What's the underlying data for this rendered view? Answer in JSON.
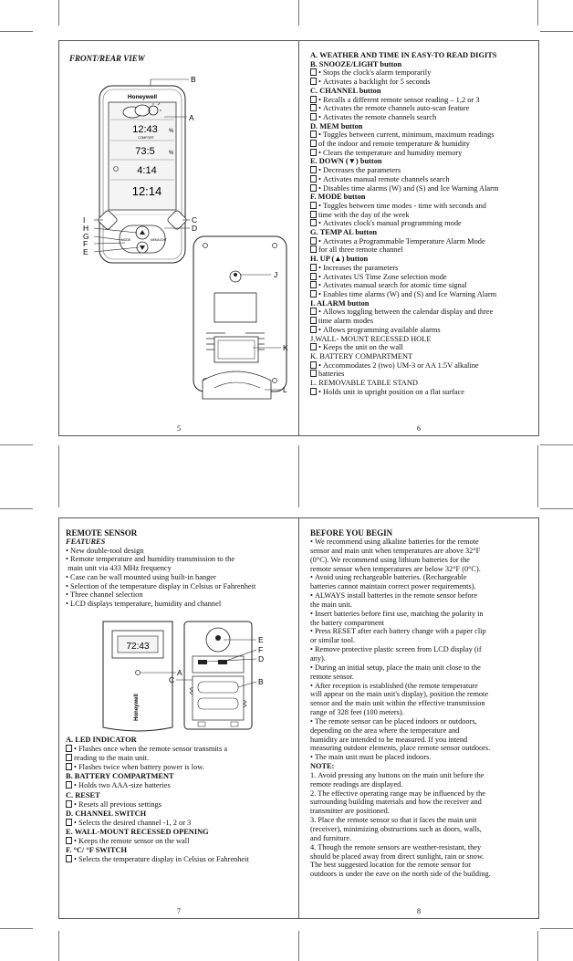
{
  "page5": {
    "title": "FRONT/REAR VIEW",
    "device_brand": "Honeywell",
    "lcd_line1": "12:43",
    "lcd_line2": "73:5",
    "lcd_line3": "4:14",
    "lcd_line4": "12:14",
    "lcd_comfort": "COMFORT",
    "button_labels": {
      "channel": "CH",
      "mode": "MODE",
      "mem": "MEM/LIGHT"
    },
    "callouts": [
      "A",
      "B",
      "C",
      "D",
      "E",
      "F",
      "G",
      "H",
      "I",
      "J",
      "K",
      "L"
    ],
    "page_number": "5"
  },
  "page6": {
    "lines": [
      {
        "t": "A. WEATHER AND TIME IN EASY-TO READ DIGITS",
        "b": true,
        "box": false
      },
      {
        "t": "B. SNOOZE/LIGHT button",
        "b": true,
        "box": false
      },
      {
        "t": "• Stops the clock's alarm temporarily",
        "b": false,
        "box": true
      },
      {
        "t": "• Activates a backlight for 5 seconds",
        "b": false,
        "box": true
      },
      {
        "t": "C. CHANNEL button",
        "b": true,
        "box": false
      },
      {
        "t": "• Recalls a different remote sensor reading – 1,2 or 3",
        "b": false,
        "box": true
      },
      {
        "t": "• Activates the remote channels auto-scan feature",
        "b": false,
        "box": true
      },
      {
        "t": "• Activates the remote channels search",
        "b": false,
        "box": true
      },
      {
        "t": "D. MEM button",
        "b": true,
        "box": false
      },
      {
        "t": "• Toggles between current, minimum, maximum readings",
        "b": false,
        "box": true
      },
      {
        "t": "of the indoor and remote temperature & humidity",
        "b": false,
        "box": true
      },
      {
        "t": "• Clears the temperature and humidity memory",
        "b": false,
        "box": true
      },
      {
        "t": "E. DOWN (▼) button",
        "b": true,
        "box": false
      },
      {
        "t": "• Decreases the parameters",
        "b": false,
        "box": true
      },
      {
        "t": "• Activates manual remote channels search",
        "b": false,
        "box": true
      },
      {
        "t": "• Disables time alarms (W) and (S) and Ice Warning Alarm",
        "b": false,
        "box": true
      },
      {
        "t": "F. MODE button",
        "b": true,
        "box": false
      },
      {
        "t": "• Toggles between time modes - time with seconds and",
        "b": false,
        "box": true
      },
      {
        "t": "time with the day of the week",
        "b": false,
        "box": true
      },
      {
        "t": "• Activates clock's manual programming mode",
        "b": false,
        "box": true
      },
      {
        "t": "G. TEMP AL button",
        "b": true,
        "box": false
      },
      {
        "t": "• Activates a Programmable Temperature Alarm Mode",
        "b": false,
        "box": true
      },
      {
        "t": "for all three remote channel",
        "b": false,
        "box": true
      },
      {
        "t": "H. UP (▲) button",
        "b": true,
        "box": false
      },
      {
        "t": "• Increases the parameters",
        "b": false,
        "box": true
      },
      {
        "t": "• Activates US Time Zone selection mode",
        "b": false,
        "box": true
      },
      {
        "t": "• Activates manual search for atomic time signal",
        "b": false,
        "box": true
      },
      {
        "t": "• Enables time alarms (W) and (S) and Ice Warning Alarm",
        "b": false,
        "box": true
      },
      {
        "t": "I. ALARM button",
        "b": true,
        "box": false
      },
      {
        "t": "• Allows toggling between the calendar display and three",
        "b": false,
        "box": true
      },
      {
        "t": "time alarm modes",
        "b": false,
        "box": true
      },
      {
        "t": "• Allows programming available alarms",
        "b": false,
        "box": true
      },
      {
        "t": "J.WALL- MOUNT RECESSED HOLE",
        "b": false,
        "box": false
      },
      {
        "t": "• Keeps the unit on the wall",
        "b": false,
        "box": true
      },
      {
        "t": "K. BATTERY COMPARTMENT",
        "b": false,
        "box": false
      },
      {
        "t": "• Accommodates 2 (two) UM-3 or AA 1.5V alkaline",
        "b": false,
        "box": true
      },
      {
        "t": "batteries",
        "b": false,
        "box": true
      },
      {
        "t": "L. REMOVABLE TABLE STAND",
        "b": false,
        "box": false
      },
      {
        "t": "• Holds unit in upright position on a flat surface",
        "b": false,
        "box": true
      }
    ],
    "page_number": "6"
  },
  "page7": {
    "title": "REMOTE SENSOR",
    "features_title": "FEATURES",
    "features": [
      "• New double-tool design",
      "• Remote temperature and humidity transmission to the",
      " main unit via 433 MHz frequency",
      "• Case can be wall mounted using built-in hanger",
      "• Selection of the temperature display in Celsius or Fahrenheit",
      "• Three channel selection",
      "• LCD displays temperature, humidity and channel"
    ],
    "sensor_lcd": "72:43",
    "sensor_brand": "Honeywell",
    "callouts": [
      "A",
      "C",
      "E",
      "F",
      "D",
      "B"
    ],
    "parts": [
      {
        "t": "A. LED INDICATOR",
        "b": true,
        "box": false
      },
      {
        "t": "• Flashes once when the remote sensor transmits a",
        "b": false,
        "box": true
      },
      {
        "t": "reading to the main unit.",
        "b": false,
        "box": true
      },
      {
        "t": "• Flashes twice when battery power is low.",
        "b": false,
        "box": true
      },
      {
        "t": "B. BATTERY COMPARTMENT",
        "b": true,
        "box": false
      },
      {
        "t": "• Holds two AAA-size batteries",
        "b": false,
        "box": true
      },
      {
        "t": "C. RESET",
        "b": true,
        "box": false
      },
      {
        "t": "• Resets all previous settings",
        "b": false,
        "box": true
      },
      {
        "t": "D. CHANNEL SWITCH",
        "b": true,
        "box": false
      },
      {
        "t": "• Selects the desired channel -1, 2 or 3",
        "b": false,
        "box": true
      },
      {
        "t": "E. WALL-MOUNT RECESSED OPENING",
        "b": true,
        "box": false
      },
      {
        "t": "• Keeps the remote sensor on the wall",
        "b": false,
        "box": true
      },
      {
        "t": "F. °C/ °F SWITCH",
        "b": true,
        "box": false
      },
      {
        "t": "• Selects the temperature display in Celsius or Fahrenheit",
        "b": false,
        "box": true
      }
    ],
    "page_number": "7"
  },
  "page8": {
    "title": "BEFORE YOU BEGIN",
    "lines": [
      "• We recommend using alkaline batteries for the remote",
      "sensor and main unit when temperatures are above 32°F",
      "(0°C). We recommend using lithium batteries for the",
      "remote sensor when temperatures are below 32°F (0°C).",
      "• Avoid using rechargeable batteries. (Rechargeable",
      "batteries cannot maintain correct power requirements).",
      "• ALWAYS install batteries in the remote sensor before",
      "the main unit.",
      "• Insert batteries before first use, matching the polarity in",
      "the battery compartment",
      "• Press RESET after each battery change with a paper clip",
      "or similar tool.",
      "• Remove protective plastic screen from LCD display (if",
      "any).",
      "• During an initial setup, place the main unit close to the",
      "remote sensor.",
      "• After reception is established (the remote temperature",
      "will appear on the main unit's display), position the remote",
      "sensor and the main unit within the effective transmission",
      "range of 328 feet (100 meters).",
      "• The remote sensor can be placed indoors or outdoors,",
      "depending on the area where the temperature and",
      "humidity are intended to be measured. If you intend",
      "measuring outdoor elements, place remote sensor outdoors.",
      "• The main unit must be placed indoors."
    ],
    "note_title": "NOTE:",
    "notes": [
      "1. Avoid pressing any buttons on the main unit before the",
      "remote readings are displayed.",
      "2. The effective operating range may be influenced by the",
      "surrounding building materials and how the receiver and",
      "transmitter are positioned.",
      "3. Place the remote sensor so that it faces the main unit",
      "(receiver), minimizing obstructions such as doors, walls,",
      "and furniture.",
      "4. Though the remote sensors are weather-resistant, they",
      "should be placed away from direct sunlight, rain or snow.",
      "The best suggested location for the remote sensor for",
      "outdoors is under the eave on the north side of the building."
    ],
    "page_number": "8"
  }
}
